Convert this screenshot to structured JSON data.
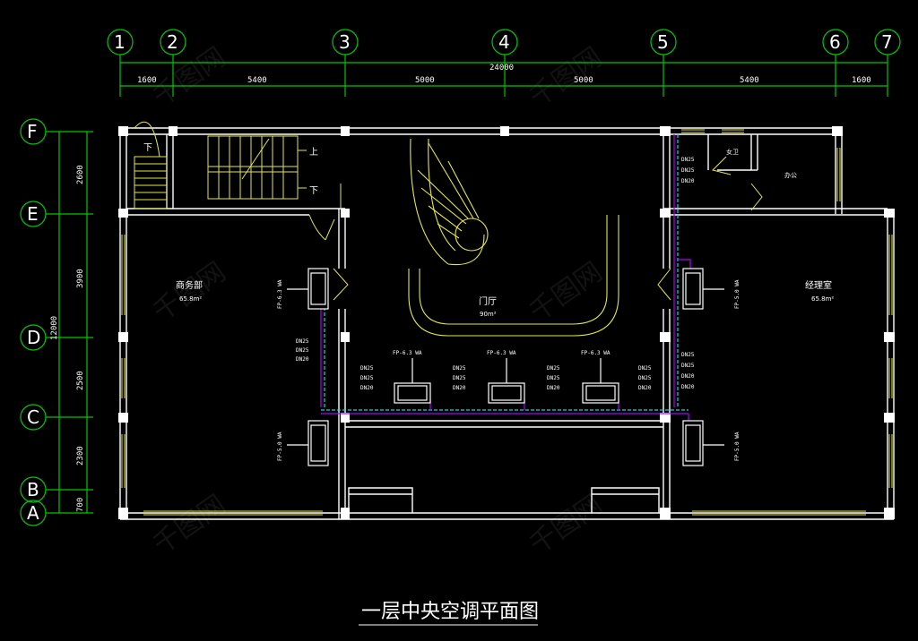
{
  "drawing": {
    "title": "一层中央空调平面图"
  },
  "axes": {
    "columns": [
      "1",
      "2",
      "3",
      "4",
      "5",
      "6",
      "7"
    ],
    "rows": [
      "F",
      "E",
      "D",
      "C",
      "B",
      "A"
    ]
  },
  "dimensions": {
    "top_segments": [
      "1600",
      "5400",
      "5000",
      "5000",
      "5400",
      "1600"
    ],
    "top_total": "24000",
    "left_segments": [
      "2600",
      "3900",
      "2500",
      "2300",
      "700"
    ],
    "left_total": "12000"
  },
  "rooms": {
    "reception": {
      "name": "商务部",
      "area": "65.8m²"
    },
    "lobby": {
      "name": "门厅",
      "area": "90m²"
    },
    "manager": {
      "name": "经理室",
      "area": "65.8m²"
    },
    "toilet": {
      "name": "女卫"
    },
    "corridor": {
      "name": "办公"
    }
  },
  "stair": {
    "up": "上",
    "down": "下",
    "side": "下"
  },
  "units": {
    "fcu_left_top": "FP-6.3 WA",
    "fcu_left_bottom": "FP-5.0 WA",
    "fcu_mid_1": "FP-6.3 WA",
    "fcu_mid_2": "FP-6.3 WA",
    "fcu_mid_3": "FP-6.3 WA",
    "fcu_right_top": "FP-5.0 WA",
    "fcu_right_bottom": "FP-5.0 WA"
  },
  "pipe_tags": [
    "DN25",
    "DN25",
    "DN20",
    "DN20"
  ],
  "colors": {
    "wall": "#ffffff",
    "stair": "#e6e64a",
    "grid": "#00c800",
    "pipe_cyan": "#00e0e0",
    "pipe_magenta": "#b000ff",
    "window": "#e6e64a"
  },
  "watermark": "千图网"
}
